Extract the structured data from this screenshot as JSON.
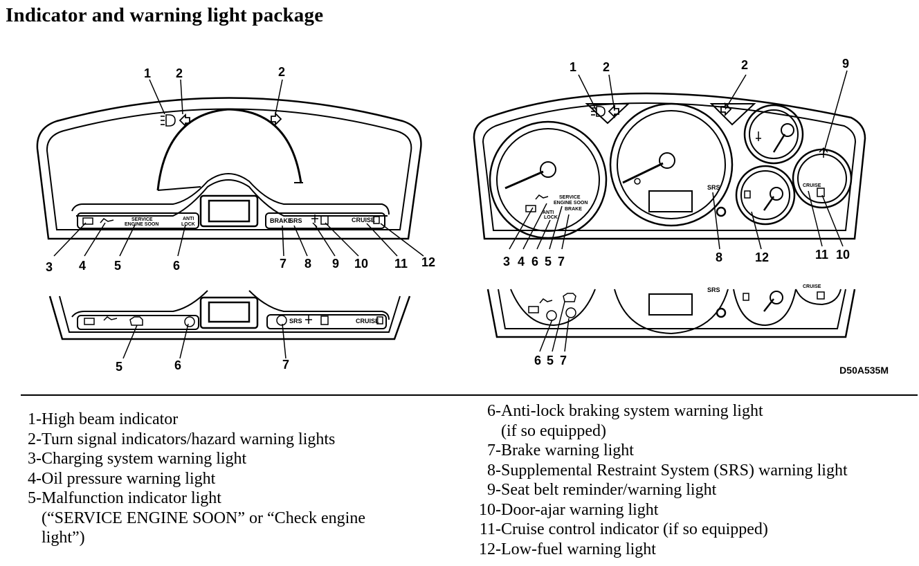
{
  "title": "Indicator and warning light package",
  "figure_code": "D50A535M",
  "panel_labels": {
    "service": "SERVICE",
    "engine_soon": "ENGINE SOON",
    "anti": "ANTI",
    "lock": "LOCK",
    "brake": "BRAKE",
    "srs": "SRS",
    "cruise": "CRUISE"
  },
  "callouts": {
    "n1": "1",
    "n2": "2",
    "n3": "3",
    "n4": "4",
    "n5": "5",
    "n6": "6",
    "n7": "7",
    "n8": "8",
    "n9": "9",
    "n10": "10",
    "n11": "11",
    "n12": "12"
  },
  "legend_left": [
    {
      "num": "1-",
      "lines": [
        "High beam indicator"
      ]
    },
    {
      "num": "2-",
      "lines": [
        "Turn signal indicators/hazard warning lights"
      ]
    },
    {
      "num": "3-",
      "lines": [
        "Charging system warning light"
      ]
    },
    {
      "num": "4-",
      "lines": [
        "Oil pressure warning light"
      ]
    },
    {
      "num": "5-",
      "lines": [
        "Malfunction indicator light",
        "(“SERVICE ENGINE SOON” or “Check engine",
        "light”)"
      ]
    }
  ],
  "legend_right": [
    {
      "num": "6-",
      "lines": [
        "Anti-lock braking system warning light",
        "(if so equipped)"
      ]
    },
    {
      "num": "7-",
      "lines": [
        "Brake warning light"
      ]
    },
    {
      "num": "8-",
      "lines": [
        "Supplemental Restraint System (SRS) warning light"
      ]
    },
    {
      "num": "9-",
      "lines": [
        "Seat belt reminder/warning light"
      ]
    },
    {
      "num": "10-",
      "lines": [
        "Door-ajar warning light"
      ]
    },
    {
      "num": "11-",
      "lines": [
        "Cruise control indicator (if so equipped)"
      ]
    },
    {
      "num": "12-",
      "lines": [
        "Low-fuel warning light"
      ]
    }
  ]
}
